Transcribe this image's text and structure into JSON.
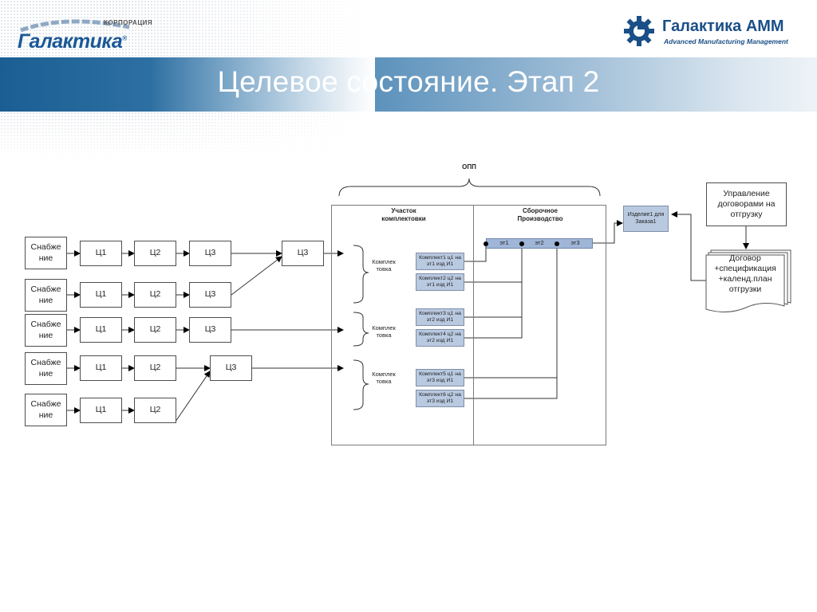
{
  "header": {
    "title": "Целевое состояние. Этап 2",
    "logo_left_corp": "КОРПОРАЦИЯ",
    "logo_left_name": "Галактика",
    "logo_right_name": "Галактика АММ",
    "logo_right_sub": "Advanced Manufacturing Management"
  },
  "diagram": {
    "opp_label": "ОПП",
    "section_assembly": "Участок комплектовки",
    "section_production": "Сборочное Производство",
    "supply": [
      "Снабже ние",
      "Снабже ние",
      "Снабже ние",
      "Снабже ние",
      "Снабже ние"
    ],
    "c1": "Ц1",
    "c2": "Ц2",
    "c3": "Ц3",
    "komplektovka": "Комплек товка",
    "kits": [
      "Комплект1 ц1 на эт1 изд И1",
      "Комплект2 ц2 на эт1 изд И1",
      "Комплект3 ц1 на эт2 изд И1",
      "Комплект4 ц2 на эт2 изд И1",
      "Комплект5 ц1 на эт3 изд И1",
      "Комплект6 ц2 на эт3 изд И1"
    ],
    "stages": [
      "эт1",
      "эт2",
      "эт3"
    ],
    "product": "Изделие1 для Заказа1",
    "contracts_mgmt": "Управление договорами на отгрузку",
    "contract_doc": "Договор +спецификация +календ.план отгрузки"
  }
}
